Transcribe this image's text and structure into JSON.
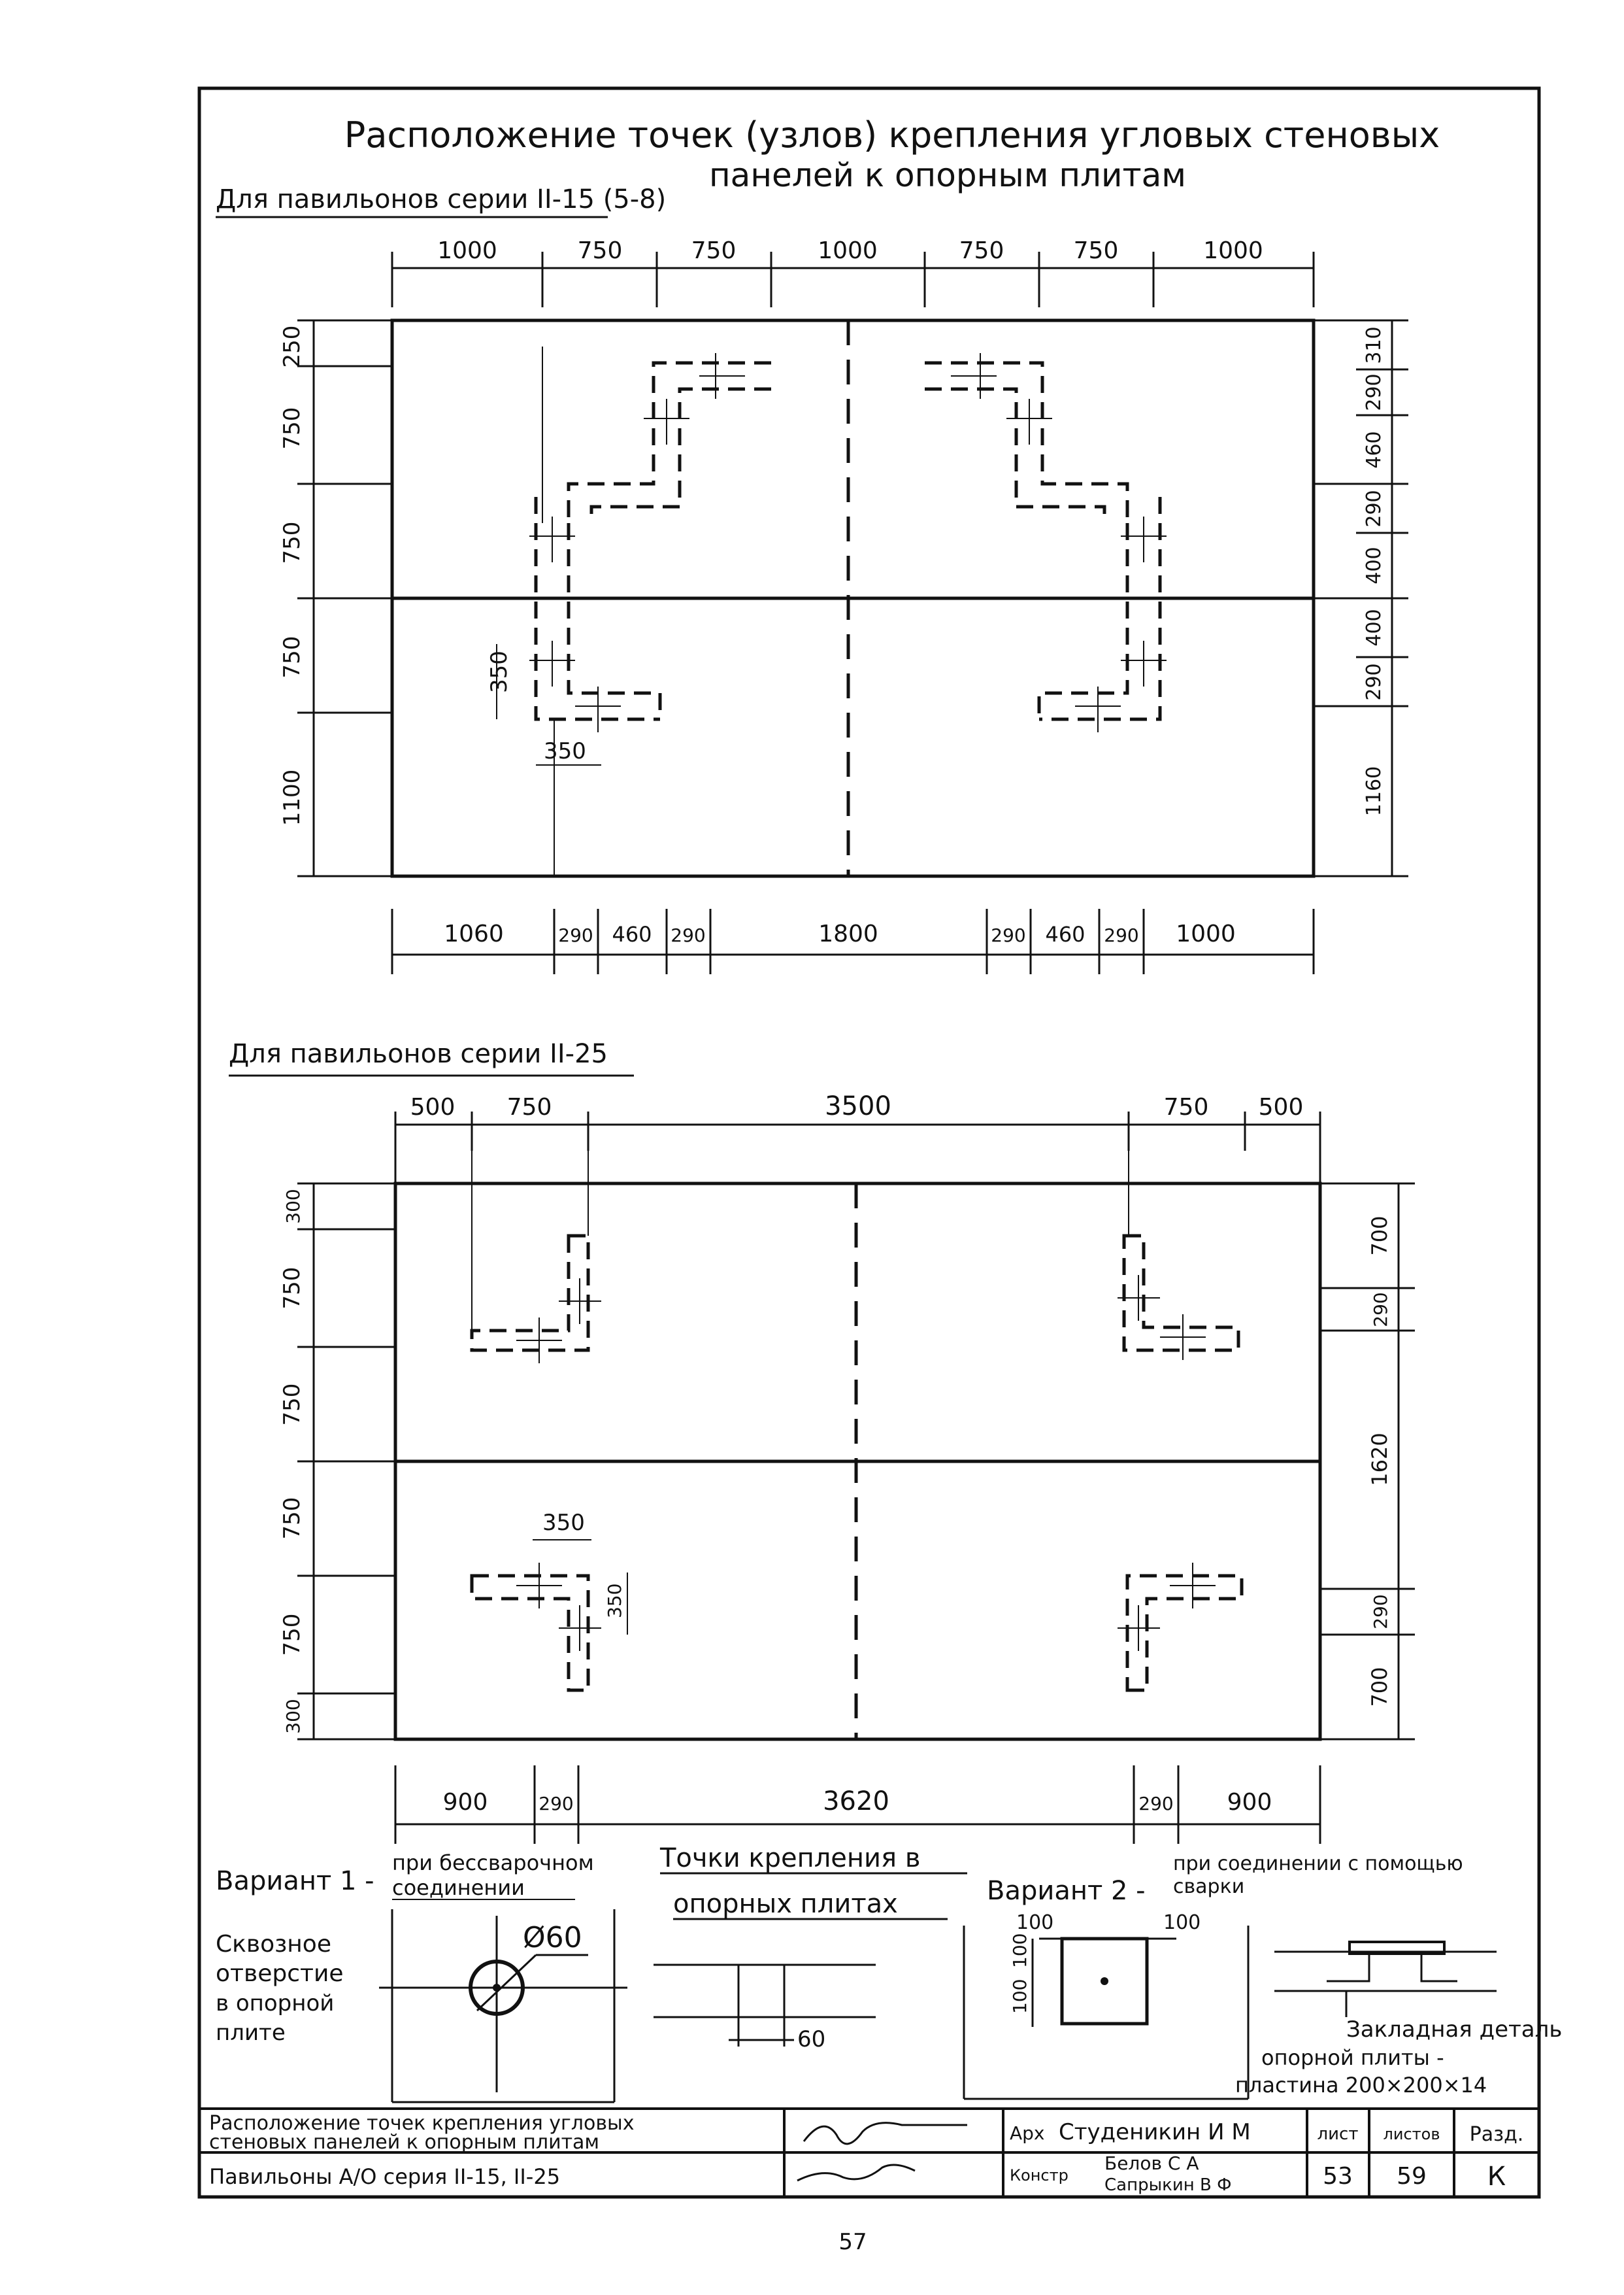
{
  "title_line1": "Расположение точек (узлов) крепления угловых стеновых",
  "title_line2": "панелей к опорным плитам",
  "series1": {
    "heading": "Для павильонов серии II-15 (5-8)",
    "top_dims": [
      "1000",
      "750",
      "750",
      "1000",
      "750",
      "750",
      "1000"
    ],
    "left_dims": [
      "250",
      "750",
      "750",
      "750",
      "1100"
    ],
    "right_dims": [
      "310",
      "290",
      "460",
      "290",
      "400",
      "400",
      "290",
      "1160"
    ],
    "bottom_dims": [
      "1060",
      "290",
      "460",
      "290",
      "1800",
      "290",
      "460",
      "290",
      "1000"
    ],
    "inner_dims": [
      "350",
      "350"
    ]
  },
  "series2": {
    "heading": "Для павильонов серии II-25",
    "top_dims": [
      "500",
      "750",
      "3500",
      "750",
      "500"
    ],
    "left_dims": [
      "300",
      "750",
      "750",
      "750",
      "750",
      "300"
    ],
    "right_dims": [
      "700",
      "290",
      "1620",
      "290",
      "700"
    ],
    "bottom_dims": [
      "900",
      "290",
      "3620",
      "290",
      "900"
    ],
    "inner_dims": [
      "350",
      "350"
    ]
  },
  "details": {
    "variant1_label": "Вариант 1 -",
    "variant1_desc_line1": "при бессварочном",
    "variant1_desc_line2": "соединении",
    "hole_note_line1": "Сквозное",
    "hole_note_line2": "отверстие",
    "hole_note_line3": "в опорной",
    "hole_note_line4": "плите",
    "hole_diameter": "Ø60",
    "center_title_line1": "Точки крепления в",
    "center_title_line2": "опорных плитах",
    "center_dim": "60",
    "variant2_label": "Вариант 2 -",
    "variant2_desc_line1": "при соединении с помощью",
    "variant2_desc_line2": "сварки",
    "plate_dims": [
      "100",
      "100",
      "100",
      "100"
    ],
    "embed_note_line1": "Закладная деталь",
    "embed_note_line2": "опорной плиты -",
    "embed_note_line3": "пластина 200×200×14"
  },
  "title_block": {
    "name_line1": "Расположение точек крепления угловых",
    "name_line2": "стеновых панелей к опорным плитам",
    "object": "Павильоны А/О серия II-15, II-25",
    "arch_label": "Арх",
    "arch_name": "Студеникин И М",
    "konstr_label": "Констр",
    "konstr_name1": "Белов С А",
    "konstr_name2": "Сапрыкин В Ф",
    "sheet_label": "лист",
    "sheets_label": "листов",
    "section_label": "Разд.",
    "sheet_no": "53",
    "sheets_no": "59",
    "section_no": "К"
  },
  "page_number": "57"
}
